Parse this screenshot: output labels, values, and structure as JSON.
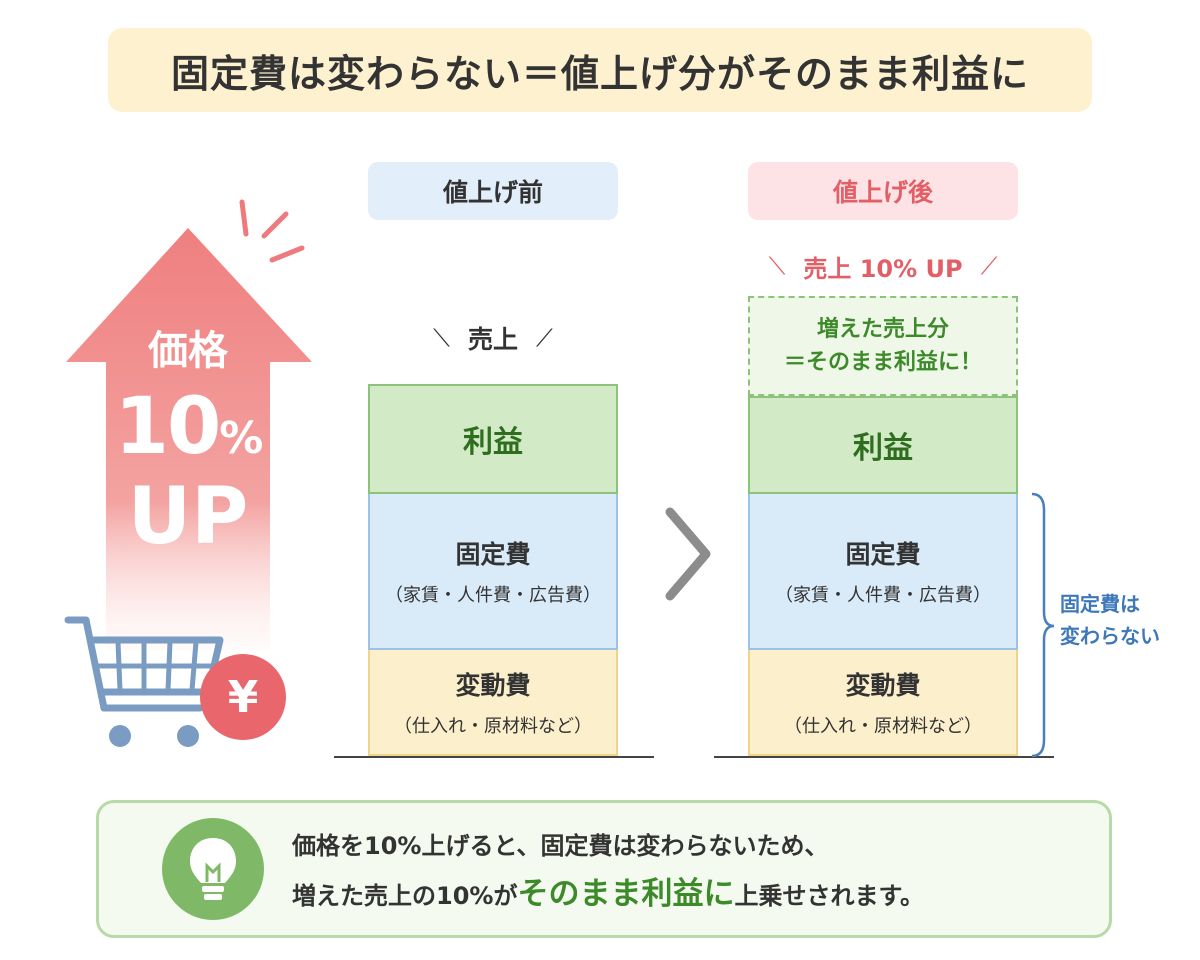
{
  "title": "固定費は変わらない＝値上げ分がそのまま利益に",
  "left_arrow": {
    "price_label": "価格",
    "percent_number": "10",
    "percent_sign": "%",
    "up_label": "UP",
    "yen_symbol": "¥"
  },
  "before": {
    "label": "値上げ前",
    "sales_label": "売上",
    "segments": {
      "profit": "利益",
      "fixed_title": "固定費",
      "fixed_sub": "（家賃・人件費・広告費）",
      "variable_title": "変動費",
      "variable_sub": "（仕入れ・原材料など）"
    }
  },
  "after": {
    "label": "値上げ後",
    "sales_label": "売上 10% UP",
    "extra_line1": "増えた売上分",
    "extra_line2": "＝そのまま利益に！",
    "segments": {
      "profit": "利益",
      "fixed_title": "固定費",
      "fixed_sub": "（家賃・人件費・広告費）",
      "variable_title": "変動費",
      "variable_sub": "（仕入れ・原材料など）"
    }
  },
  "fixed_note": {
    "line1": "固定費は",
    "line2": "変わらない"
  },
  "note": {
    "line1": "価格を10%上げると、固定費は変わらないため、",
    "line2_pre": "増えた売上の10%が",
    "line2_emphasis": "そのまま利益に",
    "line2_post": "上乗せされます。"
  },
  "colors": {
    "accent_red": "#e8666c",
    "profit_green": "#d3eac6",
    "fixed_blue": "#d9eaf8",
    "variable_yellow": "#fcefcc",
    "note_blue": "#3e78b8"
  },
  "icons": [
    "up-arrow-icon",
    "sparkle-icon",
    "shopping-cart-icon",
    "yen-coin-icon",
    "chevron-right-icon",
    "bracket-icon",
    "lightbulb-icon"
  ]
}
